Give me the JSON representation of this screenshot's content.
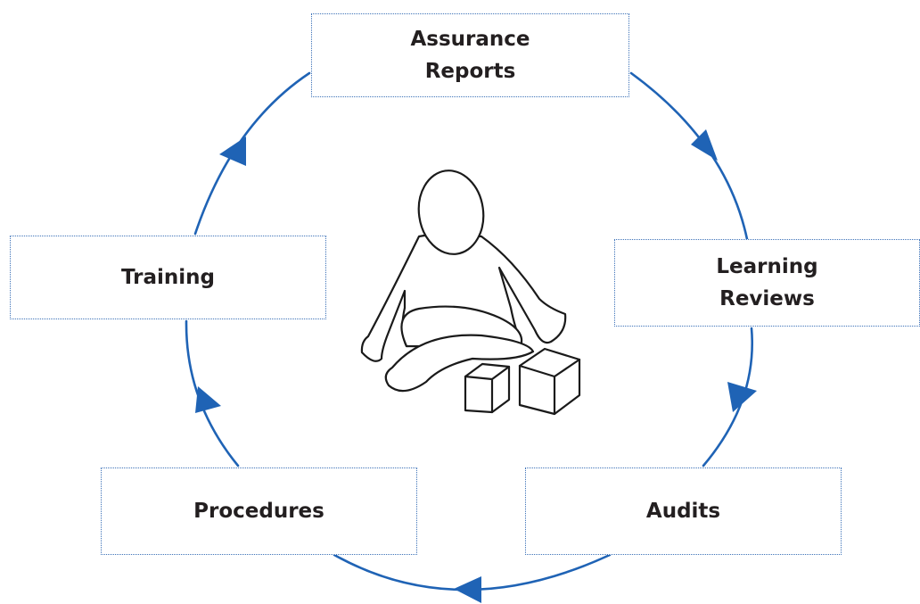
{
  "colors": {
    "cycle_line": "#1f63b5",
    "node_border": "#3d72b8",
    "label_text": "#231f20",
    "illustration_stroke": "#1a1a1a"
  },
  "nodes": {
    "assurance_reports": "Assurance\nReports",
    "learning_reviews": "Learning\nReviews",
    "audits": "Audits",
    "procedures": "Procedures",
    "training": "Training"
  },
  "illustration": {
    "icon": "child-playing-with-blocks-icon"
  }
}
